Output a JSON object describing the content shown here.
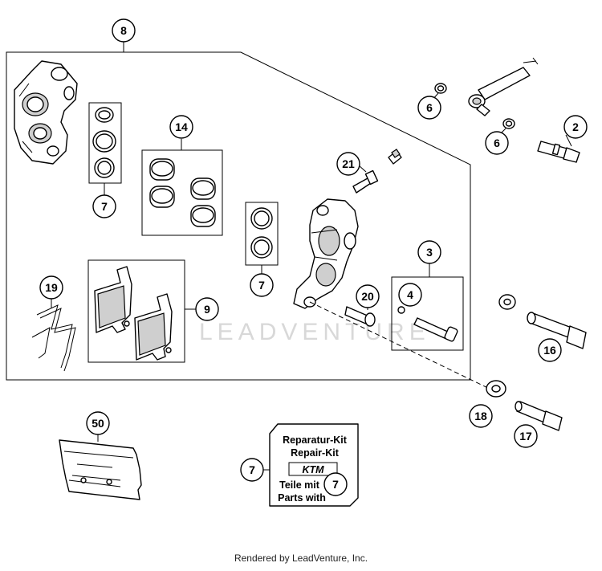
{
  "callouts": {
    "c8": "8",
    "c7a": "7",
    "c14": "14",
    "c7b": "7",
    "c19": "19",
    "c9": "9",
    "c21": "21",
    "c20": "20",
    "c3": "3",
    "c4": "4",
    "c6a": "6",
    "c6b": "6",
    "c2": "2",
    "c16": "16",
    "c18": "18",
    "c17": "17",
    "c50": "50",
    "c7c": "7",
    "c7d": "7"
  },
  "kit_label": {
    "line1": "Reparatur-Kit",
    "line2": "Repair-Kit",
    "brand": "KTM",
    "line3": "Teile mit",
    "line4": "Parts with"
  },
  "watermark": "LEADVENTURE",
  "footer": "Rendered by LeadVenture, Inc."
}
